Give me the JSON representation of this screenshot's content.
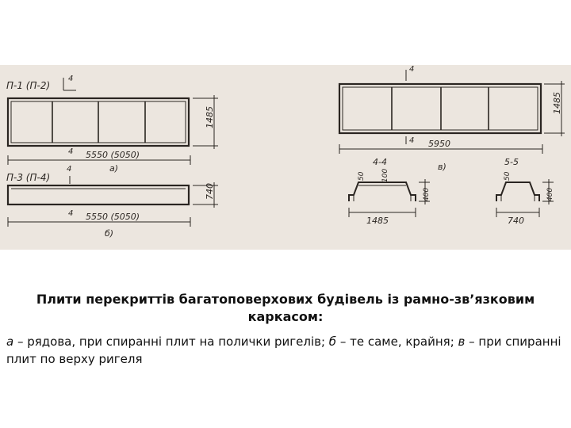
{
  "figure": {
    "background": "#ece6df",
    "ink": "#2a2521",
    "labels": {
      "p1": "П-1 (П-2)",
      "p3": "П-3 (П-4)",
      "four_a": "4",
      "four_b": "4",
      "four_c": "4",
      "four_d": "4",
      "four_e": "4",
      "four_f": "4",
      "h1485_a": "1485",
      "h1485_b": "1485",
      "h740": "740",
      "len_a": "5550 (5050)",
      "len_b": "5550 (5050)",
      "len_c": "5950",
      "letter_a": "а)",
      "letter_b": "б)",
      "letter_v": "в)",
      "sec44": "4-4",
      "sec55": "5-5",
      "s50_a": "50",
      "s100": "100",
      "s400_a": "400",
      "w1485": "1485",
      "s50_b": "50",
      "s400_b": "400",
      "w740": "740"
    }
  },
  "caption": {
    "title": "Плити перекриттів багатоповерхових будівель із рамно-зв’язковим каркасом:",
    "a_letter": "а",
    "a_text": " – рядова, при спиранні плит на полички ригелів; ",
    "b_letter": "б",
    "b_text": " – те саме, крайня; ",
    "v_letter": "в",
    "v_text": " – при спиранні плит по верху ригеля"
  }
}
